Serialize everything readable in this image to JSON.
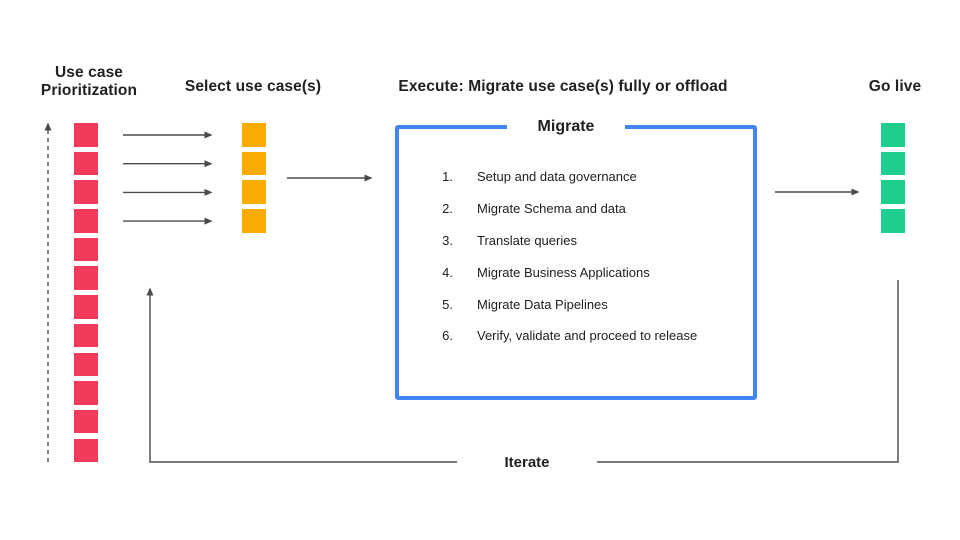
{
  "colors": {
    "red": "#F23A5C",
    "orange": "#F9AB00",
    "green": "#1DCE8D",
    "blue": "#4285F4",
    "line": "#4A4A4A",
    "text": "#202124"
  },
  "headings": {
    "prioritization": "Use case Prioritization",
    "select": "Select use case(s)",
    "execute": "Execute: Migrate use case(s) fully or offload",
    "go_live": "Go live"
  },
  "columns": {
    "prioritized_count": 12,
    "selected_count": 4,
    "live_count": 4
  },
  "migrate_box": {
    "title": "Migrate",
    "steps": [
      {
        "num": "1.",
        "label": "Setup and data governance"
      },
      {
        "num": "2.",
        "label": "Migrate Schema and data"
      },
      {
        "num": "3.",
        "label": "Translate queries"
      },
      {
        "num": "4.",
        "label": "Migrate Business Applications"
      },
      {
        "num": "5.",
        "label": "Migrate Data Pipelines"
      },
      {
        "num": "6.",
        "label": "Verify, validate and proceed to release"
      }
    ]
  },
  "loop": {
    "iterate_label": "Iterate"
  }
}
